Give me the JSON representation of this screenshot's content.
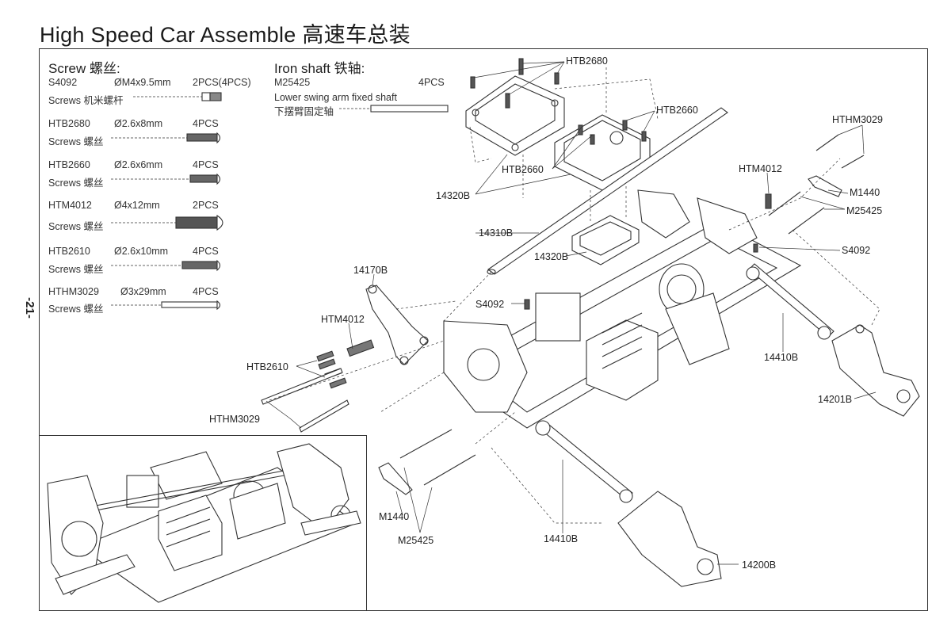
{
  "page": {
    "title": "High Speed Car Assemble 高速车总装",
    "number": "-21-"
  },
  "screw_list": {
    "heading": "Screw 螺丝:",
    "items": [
      {
        "code": "S4092",
        "spec": "ØM4x9.5mm",
        "qty": "2PCS(4PCS)",
        "desc": "Screws 机米螺杆"
      },
      {
        "code": "HTB2680",
        "spec": "Ø2.6x8mm",
        "qty": "4PCS",
        "desc": "Screws 螺丝"
      },
      {
        "code": "HTB2660",
        "spec": "Ø2.6x6mm",
        "qty": "4PCS",
        "desc": "Screws 螺丝"
      },
      {
        "code": "HTM4012",
        "spec": "Ø4x12mm",
        "qty": "2PCS",
        "desc": "Screws 螺丝"
      },
      {
        "code": "HTB2610",
        "spec": "Ø2.6x10mm",
        "qty": "4PCS",
        "desc": "Screws 螺丝"
      },
      {
        "code": "HTHM3029",
        "spec": "Ø3x29mm",
        "qty": "4PCS",
        "desc": "Screws 螺丝"
      }
    ]
  },
  "shaft_list": {
    "heading": "Iron shaft 铁轴:",
    "items": [
      {
        "code": "M25425",
        "qty": "4PCS",
        "desc_en": "Lower swing arm fixed shaft",
        "desc_cn": "下摆臂固定轴"
      }
    ]
  },
  "callouts": {
    "htb2680": "HTB2680",
    "htb2660_a": "HTB2660",
    "htb2660_b": "HTB2660",
    "c14320b_a": "14320B",
    "c14320b_b": "14320B",
    "hthm3029_a": "HTHM3029",
    "hthm3029_b": "HTHM3029",
    "htm4012_a": "HTM4012",
    "htm4012_b": "HTM4012",
    "m1440_a": "M1440",
    "m1440_b": "M1440",
    "m25425_a": "M25425",
    "m25425_b": "M25425",
    "c14310b": "14310B",
    "s4092_a": "S4092",
    "s4092_b": "S4092",
    "c14170b": "14170B",
    "htb2610": "HTB2610",
    "c14410b_a": "14410B",
    "c14410b_b": "14410B",
    "c14201b": "14201B",
    "c14200b": "14200B"
  }
}
